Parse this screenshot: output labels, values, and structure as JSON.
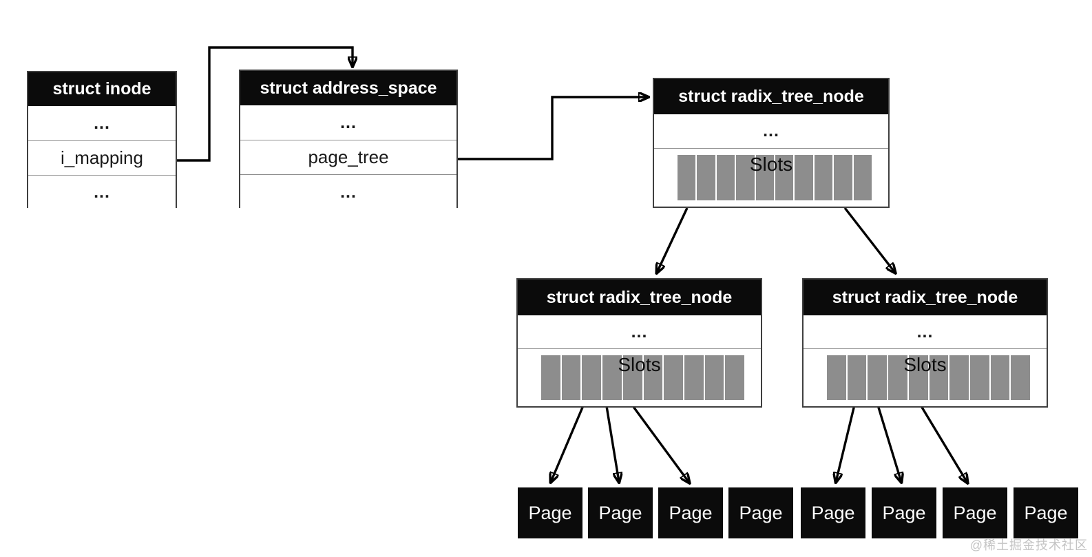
{
  "inode": {
    "title": "struct inode",
    "rows": [
      "...",
      "i_mapping",
      "..."
    ]
  },
  "address_space": {
    "title": "struct address_space",
    "rows": [
      "...",
      "page_tree",
      "..."
    ]
  },
  "radix_top": {
    "title": "struct radix_tree_node",
    "dots": "...",
    "slots_label": "Slots",
    "slot_count": 10
  },
  "radix_left": {
    "title": "struct radix_tree_node",
    "dots": "...",
    "slots_label": "Slots",
    "slot_count": 10
  },
  "radix_right": {
    "title": "struct radix_tree_node",
    "dots": "...",
    "slots_label": "Slots",
    "slot_count": 10
  },
  "pages": [
    "Page",
    "Page",
    "Page",
    "Page",
    "Page",
    "Page",
    "Page",
    "Page"
  ],
  "watermark": "@稀土掘金技术社区",
  "colors": {
    "header_bg": "#0b0b0b",
    "slot_gray": "#8d8d8d",
    "page_bg": "#0b0b0b",
    "arrow_color": "#000000",
    "watermark_gray": "#c4c4c4"
  }
}
